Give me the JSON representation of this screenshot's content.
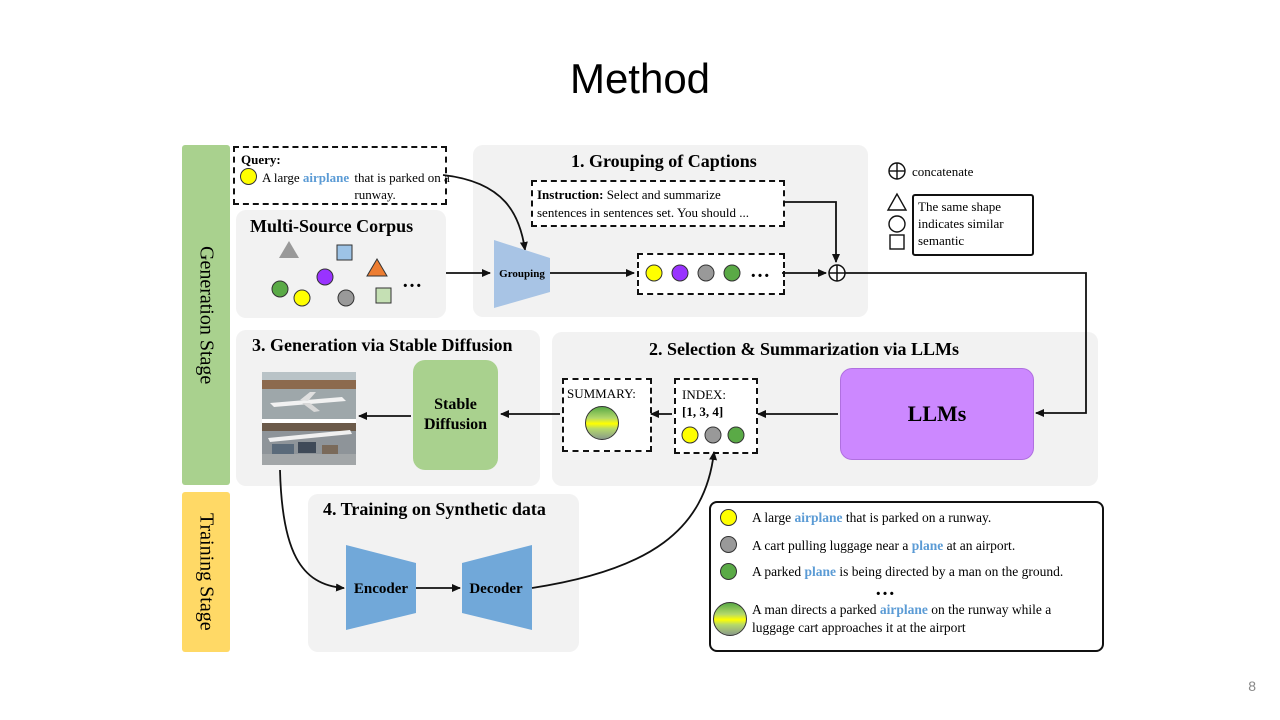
{
  "slide": {
    "title": "Method",
    "page_number": "8"
  },
  "stages": {
    "generation": "Generation Stage",
    "training": "Training Stage"
  },
  "query": {
    "label": "Query:",
    "text_before": "A large",
    "keyword": "airplane",
    "text_after": "that is parked on a runway."
  },
  "corpus": {
    "title": "Multi-Source Corpus",
    "ellipsis": "…"
  },
  "grouping": {
    "title": "1. Grouping of Captions",
    "instruction_label": "Instruction:",
    "instruction_line1": "Select and summarize",
    "instruction_line2": "sentences in sentences set. You should  ...",
    "trapezoid_label": "Grouping",
    "ellipsis": "…"
  },
  "legend_top": {
    "concatenate": "concatenate",
    "shape_note_line1": "The same shape",
    "shape_note_line2": "indicates similar",
    "shape_note_line3": "semantic"
  },
  "selection": {
    "title": "2. Selection &  Summarization via LLMs",
    "llm_label": "LLMs",
    "summary_label": "SUMMARY:",
    "index_label": "INDEX:",
    "index_value": "[1, 3, 4]"
  },
  "generation": {
    "title": "3. Generation via Stable Diffusion",
    "sd_line1": "Stable",
    "sd_line2": "Diffusion"
  },
  "training": {
    "title": "4. Training on Synthetic data",
    "encoder": "Encoder",
    "decoder": "Decoder"
  },
  "caption_legend": {
    "items": [
      {
        "before": "A large",
        "keyword": "airplane",
        "after": "that is parked on a runway."
      },
      {
        "before": "A cart pulling luggage near a",
        "keyword": "plane",
        "after": "at an airport."
      },
      {
        "before": "A parked",
        "keyword": "plane",
        "after": "is being directed by a man on the ground."
      }
    ],
    "ellipsis": "…",
    "summary_before": "A man directs a parked",
    "summary_keyword": "airplane",
    "summary_after": "on the runway while a",
    "summary_line2": "luggage cart approaches it at the airport"
  },
  "colors": {
    "generation_stage": "#a9d18e",
    "training_stage": "#ffd966",
    "panel_bg": "#f2f2f2",
    "keyword_blue": "#5b9bd5",
    "llm_purple": "#cc88ff",
    "sd_green": "#a9d18e",
    "trapezoid_blue": "#a8c4e5",
    "yellow": "#ffff00",
    "purple": "#9933ff",
    "gray": "#999999",
    "green": "#5aaa46",
    "orange": "#ed7d31",
    "square_blue": "#9dc3e6",
    "square_green": "#c5e0b4"
  }
}
